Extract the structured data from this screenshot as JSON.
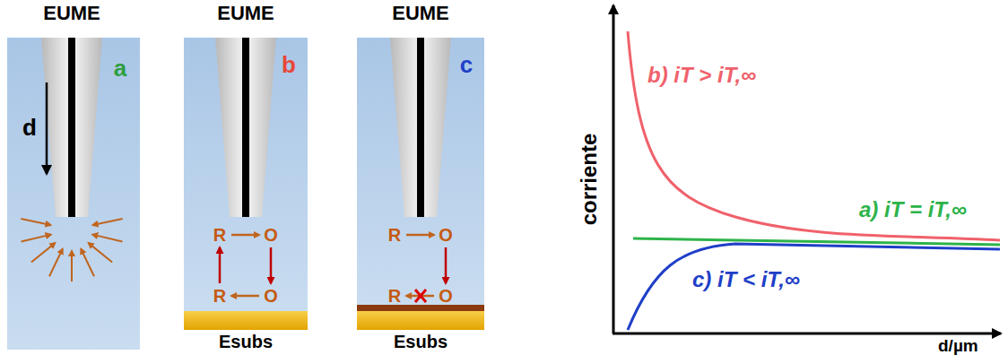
{
  "diagram": {
    "labels": [
      "EUME",
      "EUME",
      "EUME",
      "a",
      "b",
      "c",
      "d",
      "R",
      "O",
      "O",
      "R",
      "R",
      "O",
      "O",
      "R",
      "Esubs",
      "Esubs",
      "corriente",
      "b) iT > iT,∞",
      "a) iT = iT,∞",
      "c) iT < iT,∞",
      "d/µm"
    ]
  }
}
